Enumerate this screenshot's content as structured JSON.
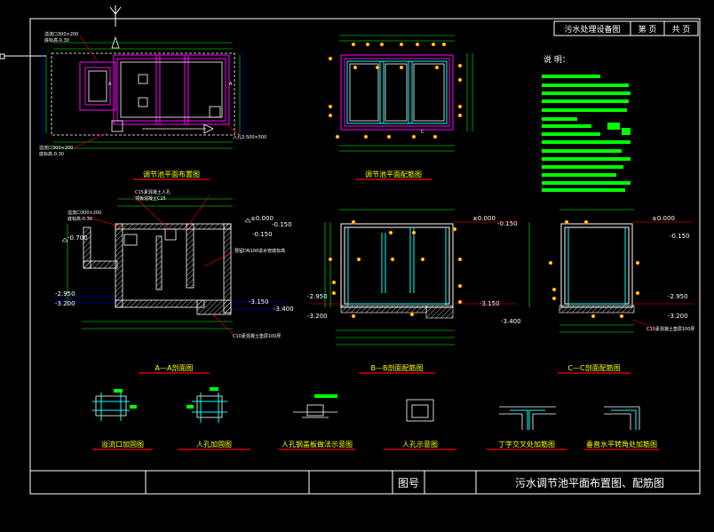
{
  "title_block": {
    "cell_1": "污水处理设备图",
    "cell_2": "第 页",
    "cell_3": "共 页",
    "drawing_no_label": "图号",
    "drawing_title": "污水调节池平面布置图、配筋图"
  },
  "notes": {
    "heading": "说  明："
  },
  "views": {
    "plan_layout": "调节池平面布置图",
    "plan_rebar": "调节池平面配筋图",
    "section_aa": "A—A剖面图",
    "section_bb": "B—B剖面配筋图",
    "section_cc": "C—C剖面配筋图"
  },
  "details": {
    "d1": "溢流口加固图",
    "d2": "人孔加固图",
    "d3": "人孔钢盖板做法示意图",
    "d4": "人孔示意图",
    "d5": "丁字交叉处加筋图",
    "d6": "垂直水平转角处加筋图"
  },
  "levels": {
    "l000": "±0.000",
    "m0150": "-0.150",
    "m0700": "-0.700",
    "m2950": "-2.950",
    "m3150": "-3.150",
    "m3200": "-3.200",
    "m3400": "-3.400"
  },
  "section_marks": {
    "a": "A",
    "c": "C"
  },
  "annotations": {
    "overflow_1": "溢流口300×200",
    "bottom_1": "底标高-0.30",
    "overflow_2": "溢流口300×200",
    "bottom_2": "底标高-0.30",
    "pipe": "预留DN100进水管底标高",
    "cushion": "C10素混凝土垫层100厚",
    "cushion_2": "C10素混凝土垫层100厚",
    "manhole": "C15素混凝土人孔",
    "slab": "顶板混凝土C25",
    "inlet": "入孔2-500×500"
  },
  "colors": {
    "frame": "#ffffff",
    "structure": "#ff00ff",
    "wall": "#ffffff",
    "rebar": "#00ffff",
    "dimension": "#00ff00",
    "text_highlight": "#ffff00",
    "leader": "#ff0000",
    "dimension_2": "#0000ff"
  }
}
